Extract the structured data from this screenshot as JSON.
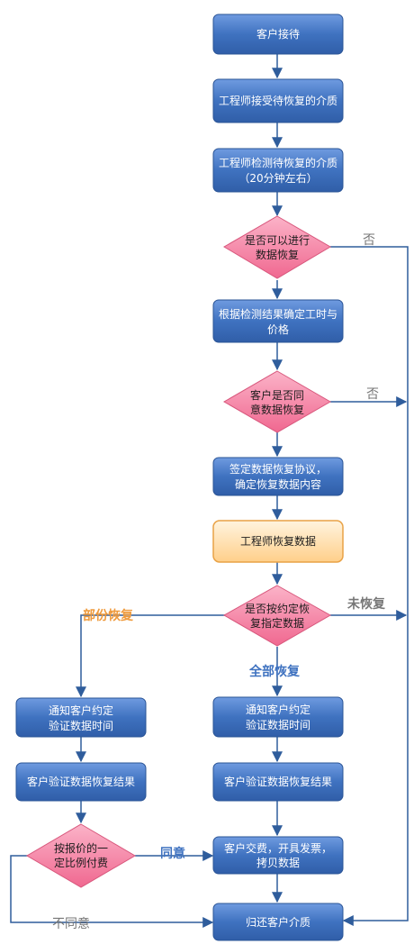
{
  "nodes": {
    "reception": "客户接待",
    "receive_media": "工程师接受待恢复的介质",
    "inspect_media": [
      "工程师检测待恢复的介质",
      "（20分钟左右）"
    ],
    "can_recover": [
      "是否可以进行",
      "数据恢复"
    ],
    "determine_price": [
      "根据检测结果确定工时与",
      "价格"
    ],
    "customer_agree": [
      "客户是否同",
      "意数据恢复"
    ],
    "sign_agreement": [
      "签定数据恢复协议，",
      "确定恢复数据内容"
    ],
    "engineer_recover": "工程师恢复数据",
    "recover_as_agreed": [
      "是否按约定恢",
      "复指定数据"
    ],
    "notify_left": [
      "通知客户约定",
      "验证数据时间"
    ],
    "notify_mid": [
      "通知客户约定",
      "验证数据时间"
    ],
    "verify_left": "客户验证数据恢复结果",
    "verify_mid": "客户验证数据恢复结果",
    "pay_ratio": [
      "按报价的一",
      "定比例付费"
    ],
    "payment": [
      "客户交费，开具发票，",
      "拷贝数据"
    ],
    "return_media": "归还客户介质"
  },
  "edge_labels": {
    "no_1": "否",
    "no_2": "否",
    "partial": "部份恢复",
    "not_recovered": "未恢复",
    "full": "全部恢复",
    "agree": "同意",
    "disagree": "不同意"
  },
  "colors": {
    "blue_box": "#3f72c0",
    "blue_border": "#2a5496",
    "pink_diamond": "#f47b9b",
    "orange_box": "#ffd59a",
    "orange_border": "#e9a246",
    "arrow": "#2f5d9c",
    "label_gray": "#777777",
    "label_orange": "#ef9a3c",
    "label_blue": "#3f72c0"
  }
}
